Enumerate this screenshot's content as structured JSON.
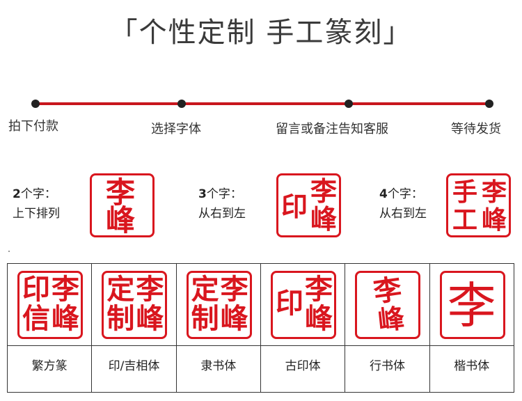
{
  "title": "「个性定制 手工篆刻」",
  "steps": [
    "拍下付款",
    "选择字体",
    "留言或备注告知客服",
    "等待发货"
  ],
  "examples": [
    {
      "count": "2",
      "label_suffix": "个字：",
      "desc": "上下排列",
      "chars": [
        "李",
        "峰"
      ]
    },
    {
      "count": "3",
      "label_suffix": "个字：",
      "desc": "从右到左",
      "chars": [
        "李",
        "峰",
        "印"
      ]
    },
    {
      "count": "4",
      "label_suffix": "个字：",
      "desc": "从右到左",
      "chars": [
        "李",
        "峰",
        "手",
        "工"
      ]
    }
  ],
  "fonts": [
    {
      "name": "繁方篆",
      "chars": [
        "李",
        "峰",
        "印",
        "信"
      ]
    },
    {
      "name": "印/吉相体",
      "chars": [
        "李",
        "峰",
        "定",
        "制"
      ]
    },
    {
      "name": "隶书体",
      "chars": [
        "李",
        "峰",
        "定",
        "制"
      ]
    },
    {
      "name": "古印体",
      "chars": [
        "李",
        "峰",
        "印"
      ]
    },
    {
      "name": "行书体",
      "chars": [
        "李",
        "峰"
      ]
    },
    {
      "name": "楷书体",
      "chars": [
        "李"
      ]
    }
  ],
  "colors": {
    "accent": "#c8161d",
    "seal": "#d9161e"
  }
}
